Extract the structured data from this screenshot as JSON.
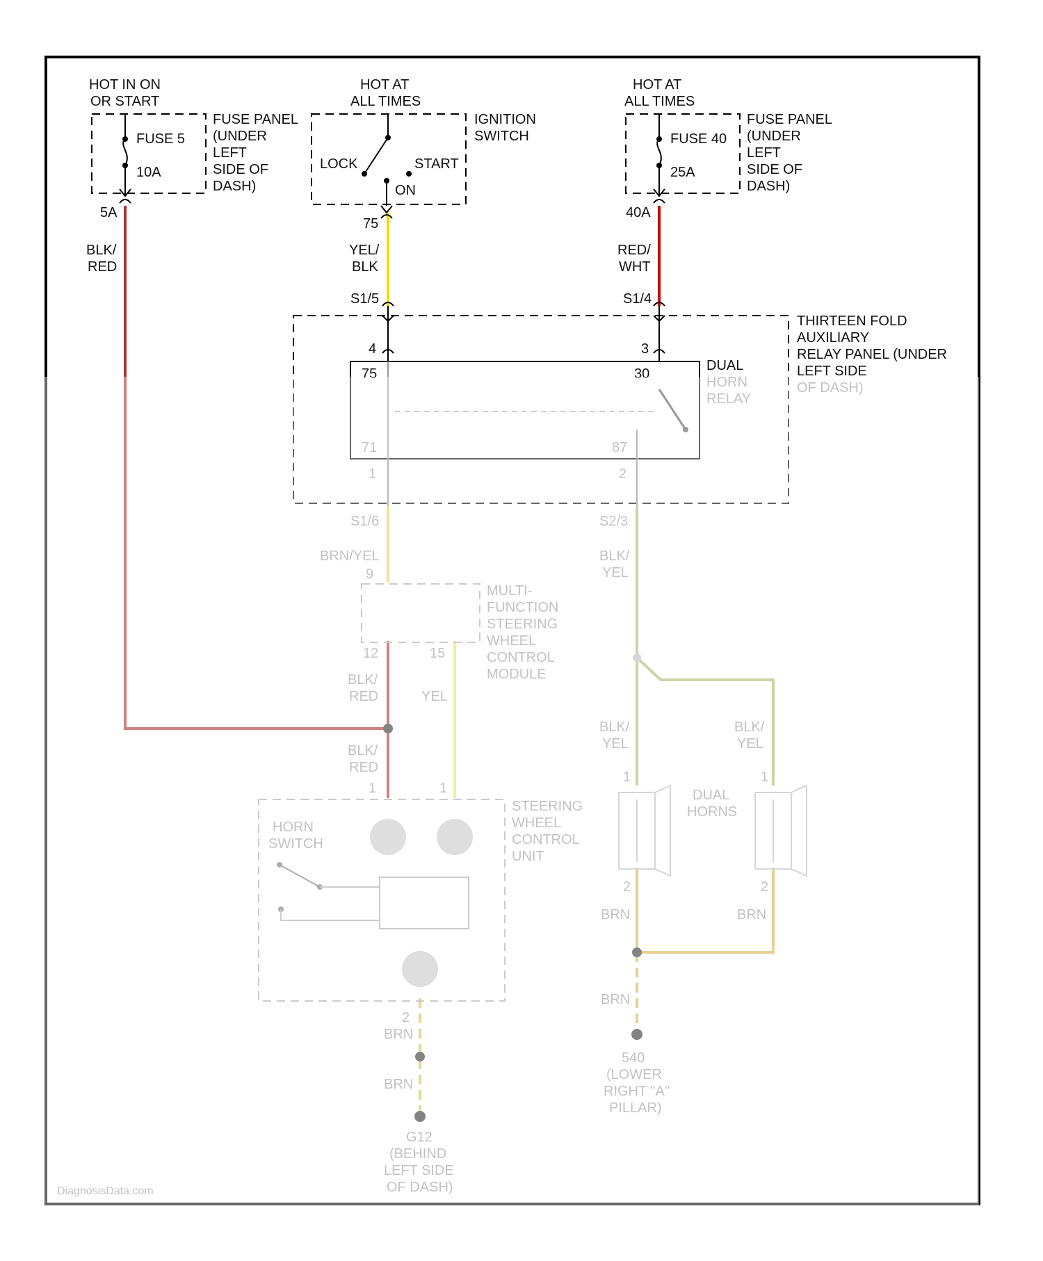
{
  "colors": {
    "background": "#ffffff",
    "frame": "#000000",
    "wire_blk_red": "#b03030",
    "wire_yel_blk": "#e8e200",
    "wire_red_wht": "#cc0000",
    "wire_blk_yel": "#a8b86a",
    "wire_yel": "#e6e84a",
    "wire_brn": "#d8b24a",
    "faded_text": "#9a9a9a"
  },
  "fuse5": {
    "hot_line1": "HOT IN ON",
    "hot_line2": "OR START",
    "name": "FUSE 5",
    "rating": "10A",
    "pin": "5A",
    "wire_line1": "BLK/",
    "wire_line2": "RED",
    "panel_line1": "FUSE PANEL",
    "panel_line2": "(UNDER",
    "panel_line3": "LEFT",
    "panel_line4": "SIDE OF",
    "panel_line5": "DASH)"
  },
  "ignition": {
    "hot_line1": "HOT AT",
    "hot_line2": "ALL TIMES",
    "label_line1": "IGNITION",
    "label_line2": "SWITCH",
    "lock": "LOCK",
    "start": "START",
    "on": "ON",
    "pin": "75",
    "wire_line1": "YEL/",
    "wire_line2": "BLK",
    "connector": "S1/5"
  },
  "fuse40": {
    "hot_line1": "HOT AT",
    "hot_line2": "ALL TIMES",
    "name": "FUSE 40",
    "rating": "25A",
    "pin": "40A",
    "wire_line1": "RED/",
    "wire_line2": "WHT",
    "connector": "S1/4",
    "panel_line1": "FUSE PANEL",
    "panel_line2": "(UNDER",
    "panel_line3": "LEFT",
    "panel_line4": "SIDE OF",
    "panel_line5": "DASH)"
  },
  "relay_panel": {
    "label_line1": "THIRTEEN FOLD",
    "label_line2": "AUXILIARY",
    "label_line3": "RELAY PANEL (UNDER",
    "label_line4": "LEFT SIDE",
    "label_line5": "OF DASH)",
    "pin_left": "4",
    "pin_right": "3",
    "relay_pin_left": "75",
    "relay_pin_right": "30",
    "relay_line1": "DUAL",
    "relay_line2": "HORN",
    "relay_line3": "RELAY",
    "relay_out_left": "71",
    "relay_out_right": "87",
    "panel_out_left": "1",
    "panel_out_right": "2",
    "conn_left": "S1/6",
    "conn_right": "S2/3"
  },
  "multi_function": {
    "wire_in": "BRN/YEL",
    "pin_in": "9",
    "label_line1": "MULTI-",
    "label_line2": "FUNCTION",
    "label_line3": "STEERING",
    "label_line4": "WHEEL",
    "label_line5": "CONTROL",
    "label_line6": "MODULE",
    "pin_out_left": "12",
    "pin_out_right": "15",
    "wire_left_line1": "BLK/",
    "wire_left_line2": "RED",
    "wire_right": "YEL"
  },
  "steering_unit": {
    "wire_in_line1": "BLK/",
    "wire_in_line2": "RED",
    "pin_left": "1",
    "pin_right": "1",
    "label_line1": "STEERING",
    "label_line2": "WHEEL",
    "label_line3": "CONTROL",
    "label_line4": "UNIT",
    "horn_switch_line1": "HORN",
    "horn_switch_line2": "SWITCH",
    "pin_out": "2",
    "wire_out1": "BRN",
    "wire_out2": "BRN",
    "ground_line1": "G12",
    "ground_line2": "(BEHIND",
    "ground_line3": "LEFT SIDE",
    "ground_line4": "OF DASH)"
  },
  "horns": {
    "wire_main_line1": "BLK/",
    "wire_main_line2": "YEL",
    "wire_left_line1": "BLK/",
    "wire_left_line2": "YEL",
    "wire_right_line1": "BLK/",
    "wire_right_line2": "YEL",
    "label_line1": "DUAL",
    "label_line2": "HORNS",
    "left_pin_in": "1",
    "right_pin_in": "1",
    "left_pin_out": "2",
    "right_pin_out": "2",
    "wire_brn_left": "BRN",
    "wire_brn_right": "BRN",
    "wire_brn_ground": "BRN",
    "ground_line1": "540",
    "ground_line2": "(LOWER",
    "ground_line3": "RIGHT \"A\"",
    "ground_line4": "PILLAR)"
  },
  "watermark": "DiagnosisData.com"
}
